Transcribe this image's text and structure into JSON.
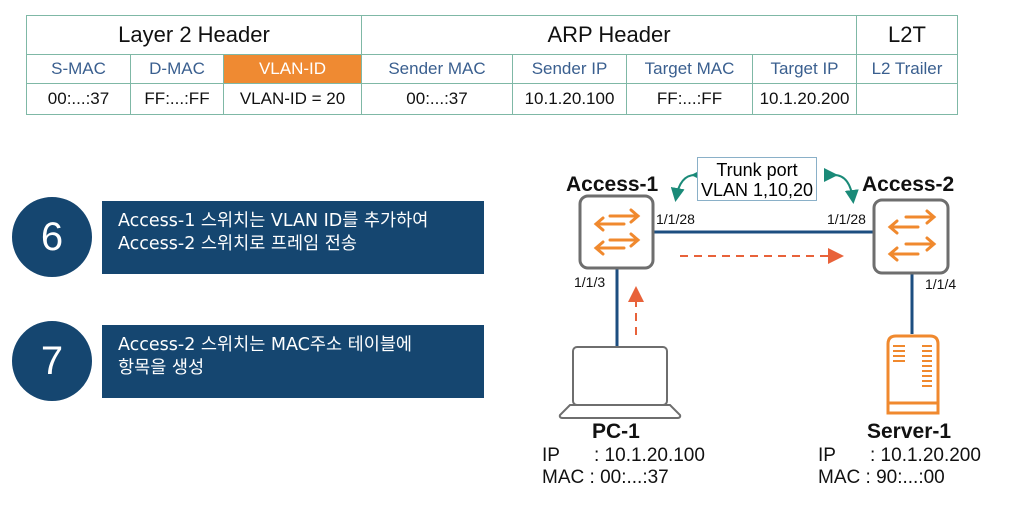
{
  "frame": {
    "groups": [
      {
        "label": "Layer 2 Header"
      },
      {
        "label": "ARP Header"
      },
      {
        "label": "L2T"
      }
    ],
    "fields": [
      {
        "label": "S-MAC",
        "value": "00:...:37",
        "highlight": false
      },
      {
        "label": "D-MAC",
        "value": "FF:...:FF",
        "highlight": false
      },
      {
        "label": "VLAN-ID",
        "value": "VLAN-ID = 20",
        "highlight": true
      },
      {
        "label": "Sender MAC",
        "value": "00:...:37",
        "highlight": false
      },
      {
        "label": "Sender IP",
        "value": "10.1.20.100",
        "highlight": false
      },
      {
        "label": "Target MAC",
        "value": "FF:...:FF",
        "highlight": false
      },
      {
        "label": "Target IP",
        "value": "10.1.20.200",
        "highlight": false
      },
      {
        "label": "L2 Trailer",
        "value": "",
        "highlight": false
      }
    ],
    "highlight_color": "#ef8a32",
    "border_color": "#7fb8a6",
    "field_text_color": "#3a5f8f"
  },
  "steps": [
    {
      "number": "6",
      "lines": [
        "Access-1 스위치는 VLAN ID를 추가하여",
        "Access-2 스위치로 프레임 전송"
      ]
    },
    {
      "number": "7",
      "lines": [
        "Access-2 스위치는 MAC주소 테이블에",
        "항목을 생성"
      ]
    }
  ],
  "step_color": "#154670",
  "diagram": {
    "trunk": {
      "line1": "Trunk port",
      "line2": "VLAN 1,10,20"
    },
    "switches": [
      {
        "name": "Access-1",
        "ports": [
          "1/1/28",
          "1/1/3"
        ]
      },
      {
        "name": "Access-2",
        "ports": [
          "1/1/28",
          "1/1/4"
        ]
      }
    ],
    "hosts": [
      {
        "name": "PC-1",
        "ip_label": "IP",
        "ip": ": 10.1.20.100",
        "mac_label": "MAC",
        "mac": ": 00:...:37",
        "icon": "laptop-icon"
      },
      {
        "name": "Server-1",
        "ip_label": "IP",
        "ip": ": 10.1.20.200",
        "mac_label": "MAC",
        "mac": ": 90:...:00",
        "icon": "server-icon"
      }
    ],
    "colors": {
      "link": "#1c4e80",
      "flow": "#e8623a",
      "icon_orange": "#f0892e",
      "switch_border": "#6e6e6e",
      "trunk_arrow": "#1a8a78"
    }
  }
}
